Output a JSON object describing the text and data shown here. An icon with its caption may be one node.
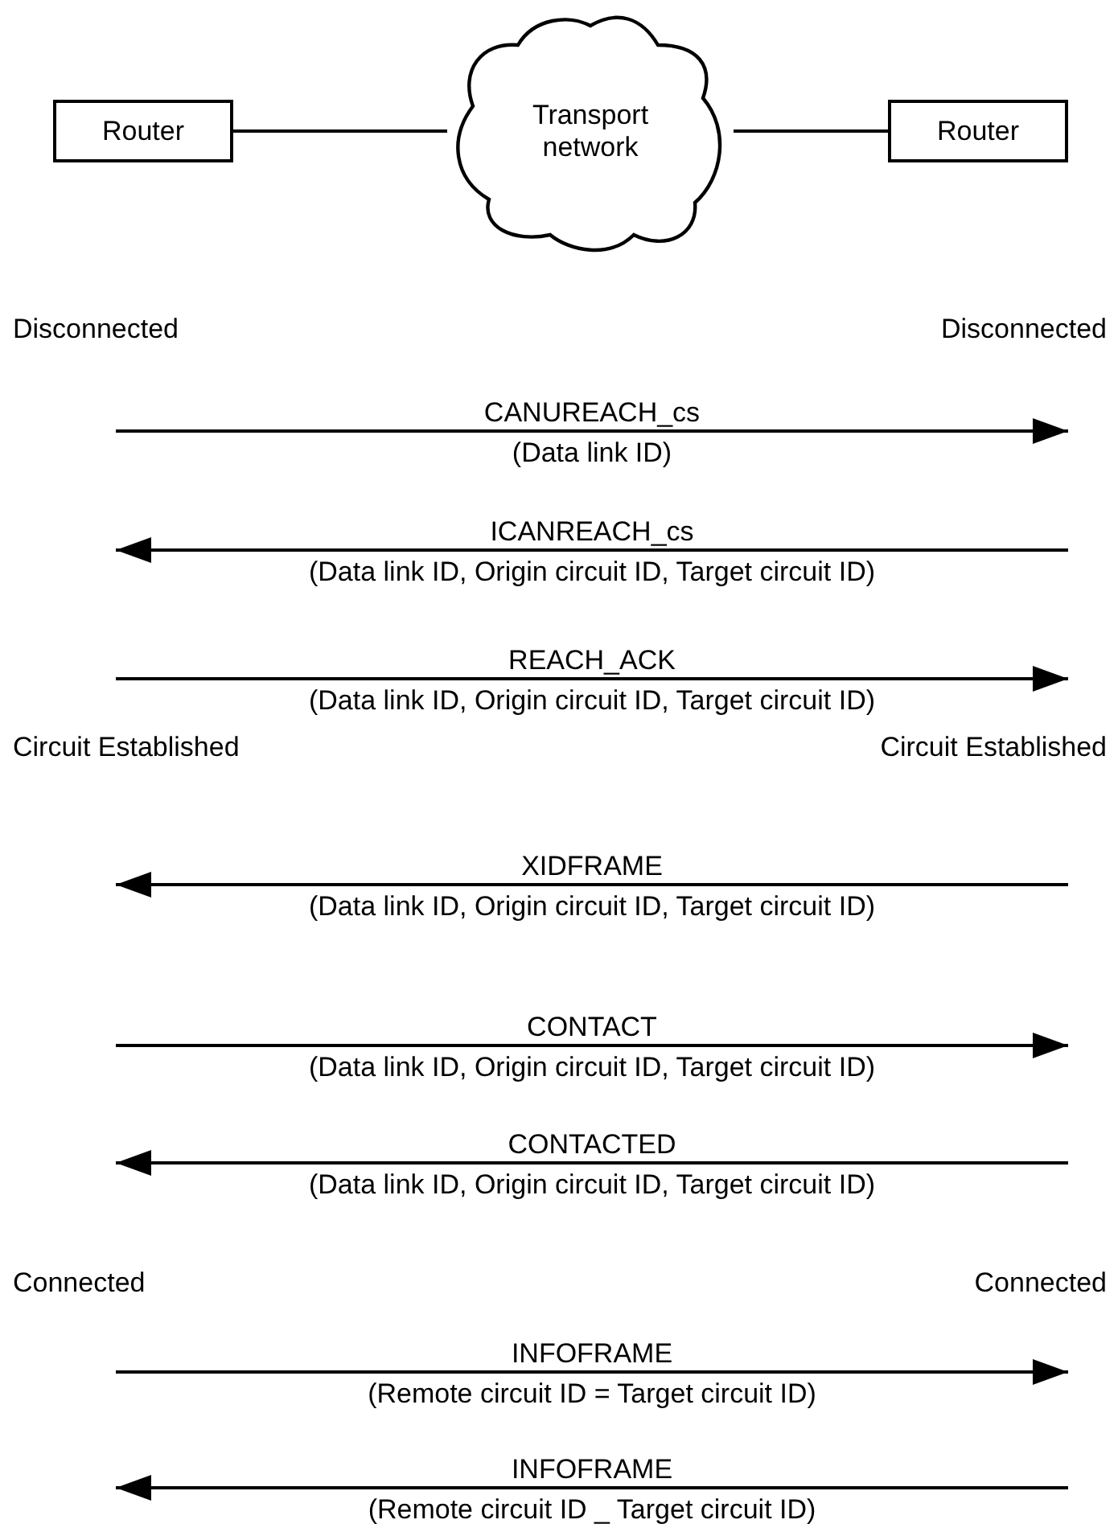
{
  "diagram": {
    "nodes": [
      {
        "text": [
          "Router"
        ]
      },
      {
        "text": [
          "Transport network"
        ]
      },
      {
        "text": [
          "Router"
        ]
      }
    ],
    "edges": [
      {
        "from": 0,
        "to": 1,
        "arrow": "none"
      },
      {
        "from": 1,
        "to": 2,
        "arrow": "none"
      }
    ],
    "labels": [
      "Disconnected",
      "Disconnected",
      "CANUREACH_cs",
      "(Data link ID)",
      "ICANREACH_cs",
      "(Data link ID, Origin circuit ID, Target circuit ID)",
      "REACH_ACK",
      "(Data link ID, Origin circuit ID, Target circuit ID)",
      "Circuit Established",
      "Circuit Established",
      "XIDFRAME",
      "(Data link ID, Origin circuit ID, Target circuit ID)",
      "CONTACT",
      "(Data link ID, Origin circuit ID, Target circuit ID)",
      "CONTACTED",
      "(Data link ID, Origin circuit ID, Target circuit ID)",
      "Connected",
      "Connected",
      "INFOFRAME",
      "(Remote circuit ID = Target circuit ID)",
      "INFOFRAME",
      "(Remote circuit ID _ Target circuit ID)"
    ]
  }
}
